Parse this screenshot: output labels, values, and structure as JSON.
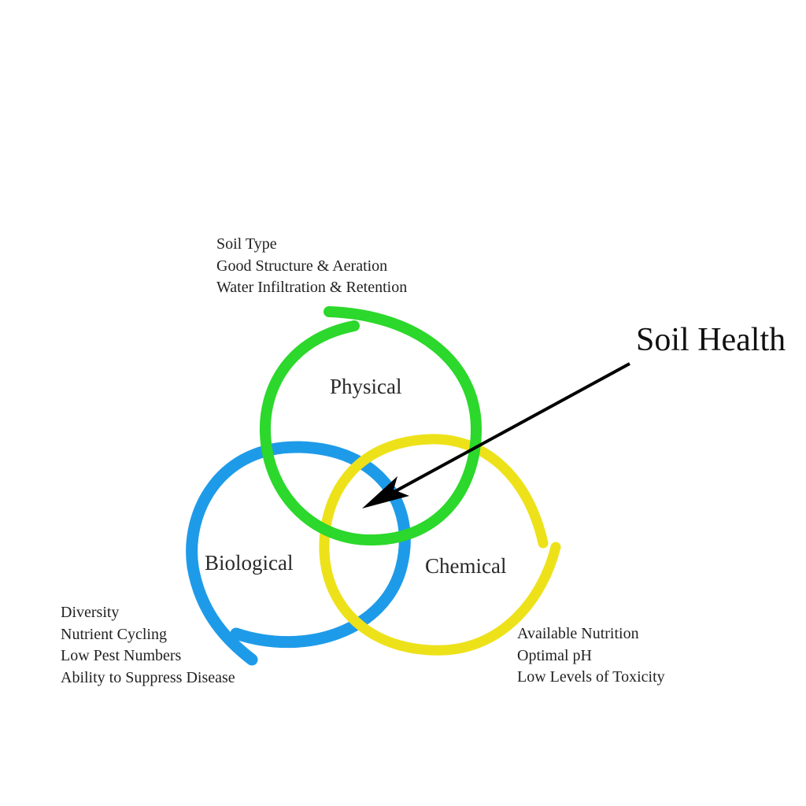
{
  "title": "Soil Health",
  "colors": {
    "physical": "#2bd82b",
    "biological": "#1e9be8",
    "chemical": "#ede21a",
    "arrow": "#000000"
  },
  "circles": {
    "physical": {
      "label": "Physical",
      "items": [
        "Soil Type",
        "Good Structure & Aeration",
        "Water Infiltration & Retention"
      ]
    },
    "biological": {
      "label": "Biological",
      "items": [
        "Diversity",
        "Nutrient Cycling",
        "Low Pest Numbers",
        "Ability to Suppress Disease"
      ]
    },
    "chemical": {
      "label": "Chemical",
      "items": [
        "Available Nutrition",
        "Optimal pH",
        "Low Levels of Toxicity"
      ]
    }
  }
}
